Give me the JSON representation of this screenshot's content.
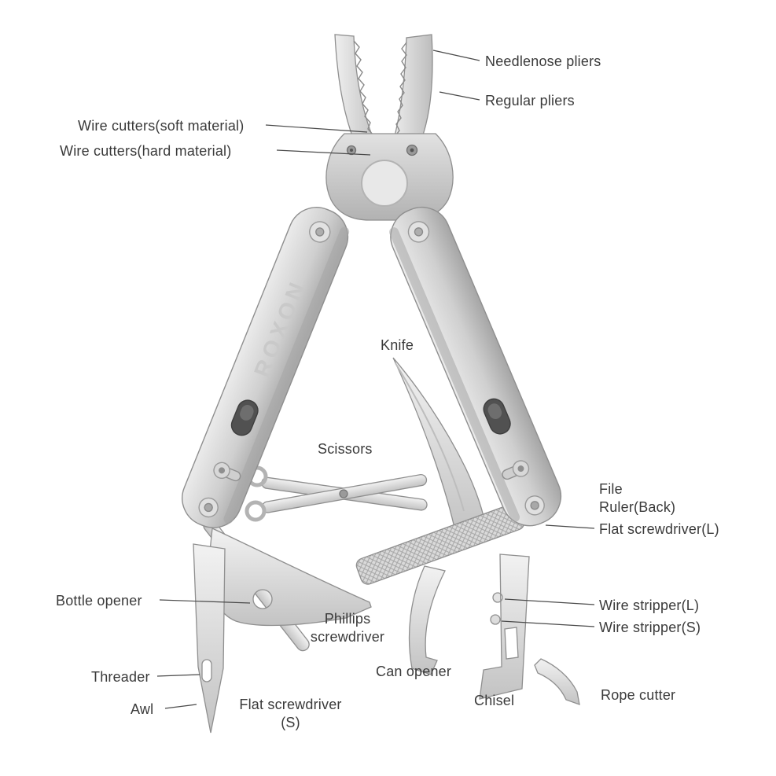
{
  "brand": "ROXON",
  "labels": {
    "needlenose_pliers": "Needlenose pliers",
    "regular_pliers": "Regular pliers",
    "wire_cutters_soft": "Wire cutters(soft material)",
    "wire_cutters_hard": "Wire cutters(hard material)",
    "knife": "Knife",
    "scissors": "Scissors",
    "file": "File",
    "ruler_back": "Ruler(Back)",
    "flat_screwdriver_l": "Flat screwdriver(L)",
    "bottle_opener": "Bottle opener",
    "phillips_screwdriver": "Phillips\nscrewdriver",
    "threader": "Threader",
    "awl": "Awl",
    "flat_screwdriver_s": "Flat screwdriver\n(S)",
    "can_opener": "Can opener",
    "chisel": "Chisel",
    "wire_stripper_l": "Wire stripper(L)",
    "wire_stripper_s": "Wire stripper(S)",
    "rope_cutter": "Rope cutter"
  },
  "colors": {
    "background": "#ffffff",
    "label_text": "#3a3a3a",
    "metal_light": "#ececec",
    "metal_dark": "#a9a9a9"
  }
}
